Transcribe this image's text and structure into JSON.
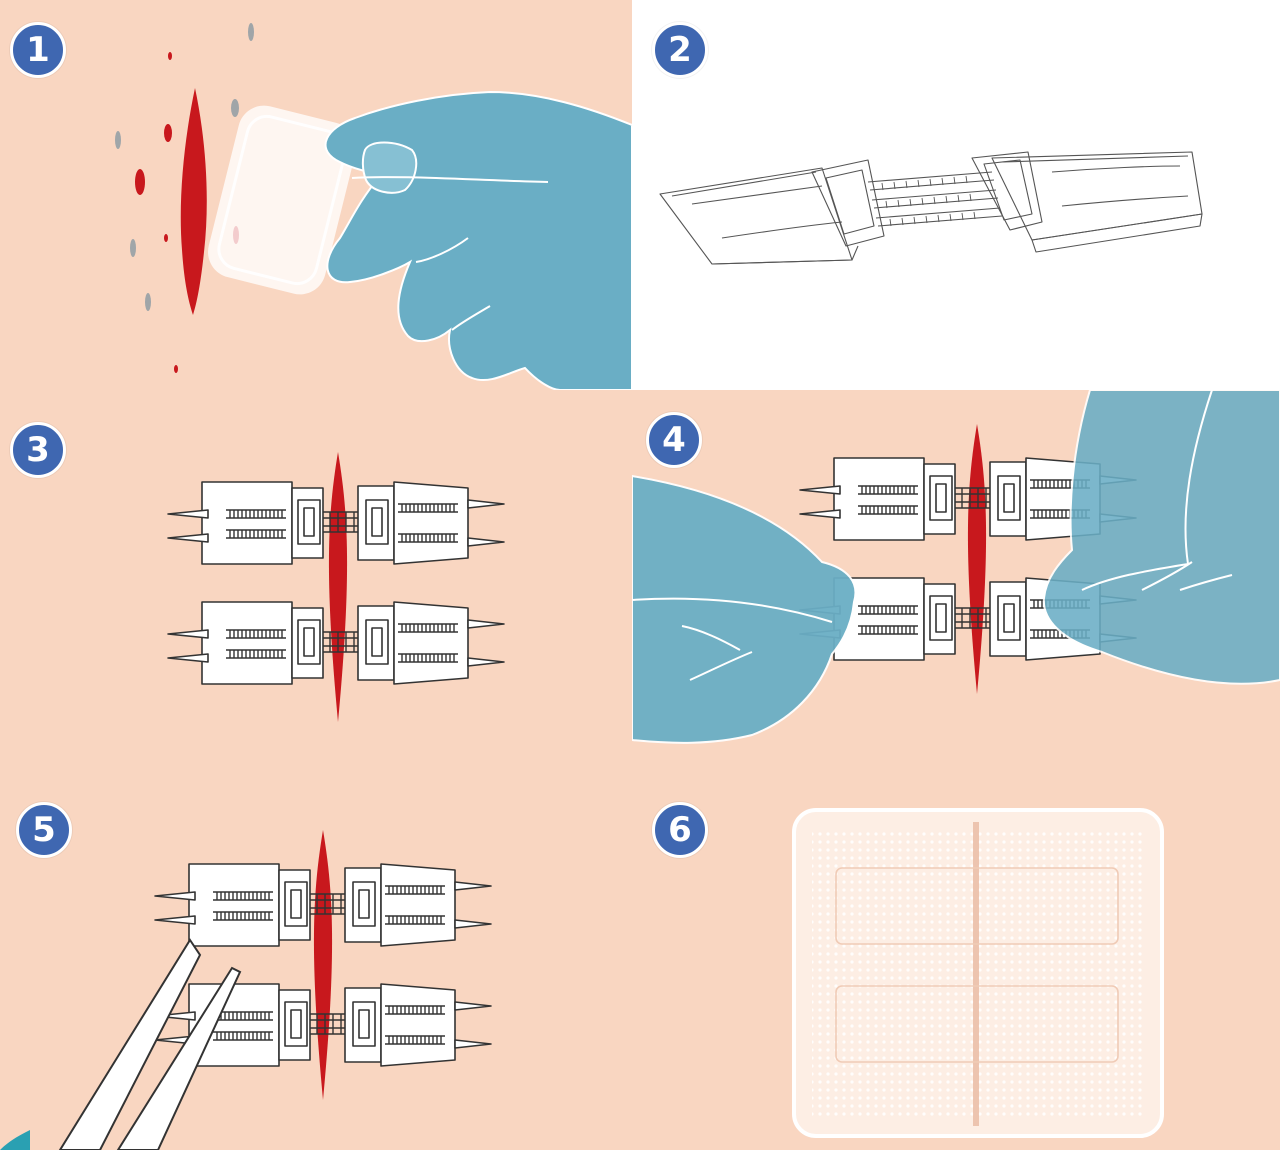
{
  "colors": {
    "skin": "#f9d6c1",
    "blood": "#c8181d",
    "glove": "#6aaec5",
    "glove_outline": "#ffffff",
    "badge": "#3f67b1",
    "device_outline": "#333333",
    "device_fill": "#ffffff",
    "white_panel": "#ffffff"
  },
  "steps": [
    {
      "number": "1",
      "icon": "clean-wound-with-gauze-icon"
    },
    {
      "number": "2",
      "icon": "wound-closure-device-icon"
    },
    {
      "number": "3",
      "icon": "place-closure-devices-icon"
    },
    {
      "number": "4",
      "icon": "tighten-closure-straps-icon"
    },
    {
      "number": "5",
      "icon": "trim-excess-straps-icon"
    },
    {
      "number": "6",
      "icon": "apply-dressing-icon"
    }
  ]
}
